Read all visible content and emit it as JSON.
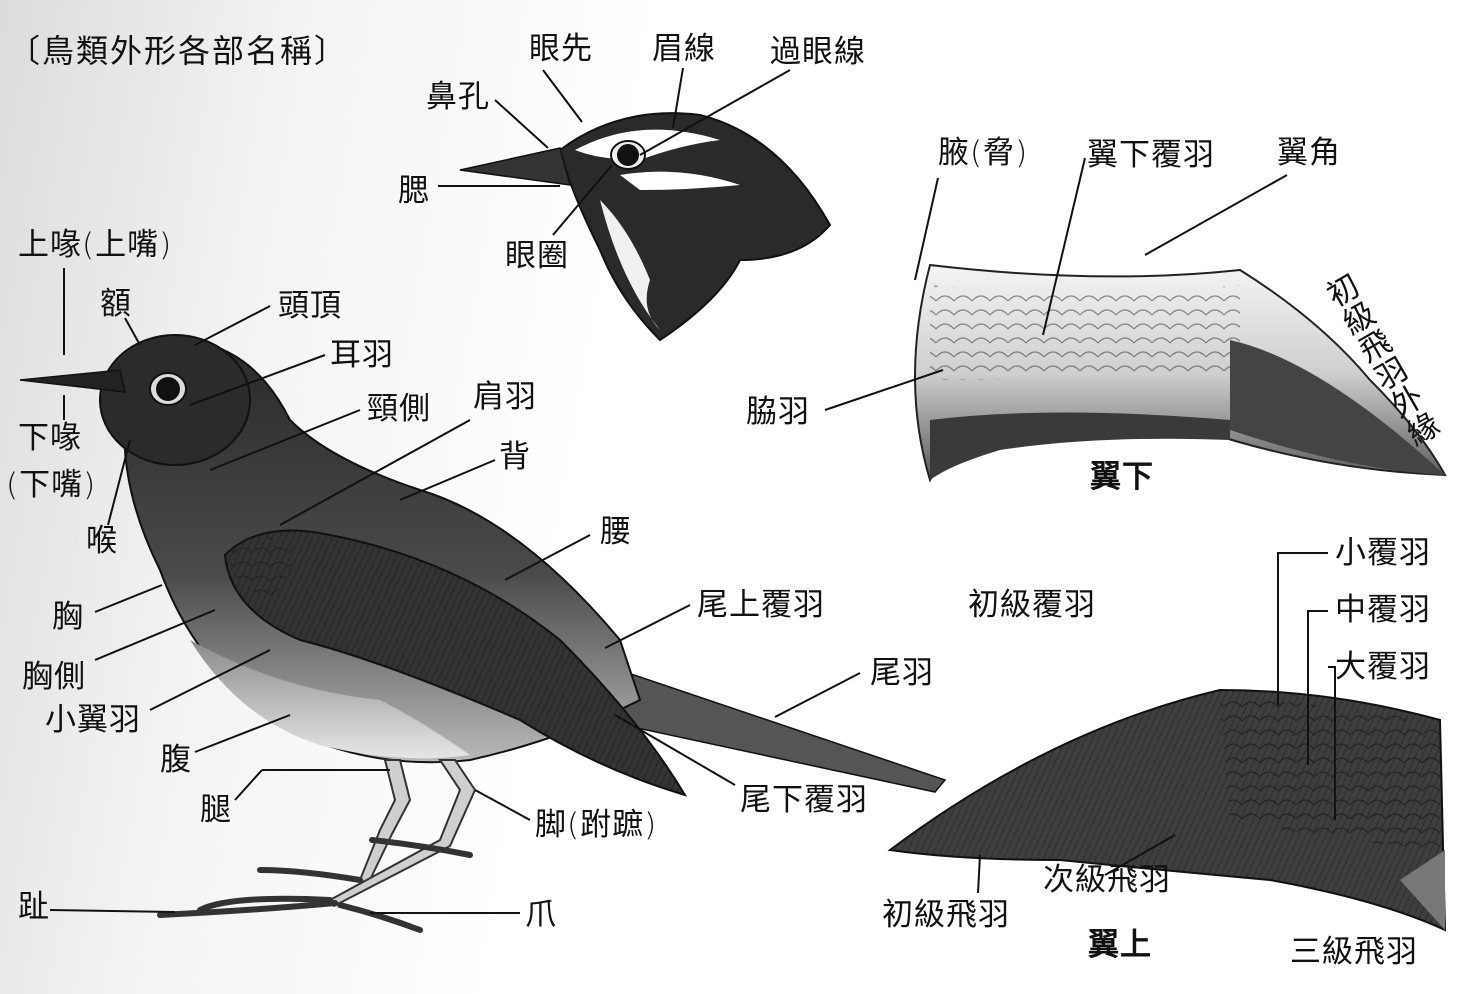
{
  "title": "〔鳥類外形各部名稱〕",
  "head_labels": {
    "nostril": "鼻孔",
    "lores": "眼先",
    "eyebrow": "眉線",
    "eyeline": "過眼線",
    "gape": "腮",
    "eyering": "眼圈"
  },
  "body_labels": {
    "upper_bill": "上喙(上嘴)",
    "forehead": "額",
    "crown": "頭頂",
    "ear": "耳羽",
    "neck_side": "頸側",
    "scapulars": "肩羽",
    "back": "背",
    "lower_bill_1": "下喙",
    "lower_bill_2": "(下嘴)",
    "throat": "喉",
    "rump": "腰",
    "breast": "胸",
    "uppertail_coverts": "尾上覆羽",
    "breast_side": "胸側",
    "lesser_wing": "小翼羽",
    "tail": "尾羽",
    "belly": "腹",
    "undertail_coverts": "尾下覆羽",
    "thigh": "腿",
    "tarsus": "脚(跗蹠)",
    "toe": "趾",
    "claw": "爪"
  },
  "underwing": {
    "axillaries_label": "腋(脅)",
    "underwing_coverts": "翼下覆羽",
    "wing_angle": "翼角",
    "primaries_edge": "初級飛羽外緣",
    "flank": "脇羽",
    "caption": "翼下"
  },
  "upperwing": {
    "lesser_coverts": "小覆羽",
    "primary_coverts": "初級覆羽",
    "median_coverts": "中覆羽",
    "greater_coverts": "大覆羽",
    "secondaries": "次級飛羽",
    "primaries": "初級飛羽",
    "tertials": "三級飛羽",
    "caption": "翼上"
  }
}
